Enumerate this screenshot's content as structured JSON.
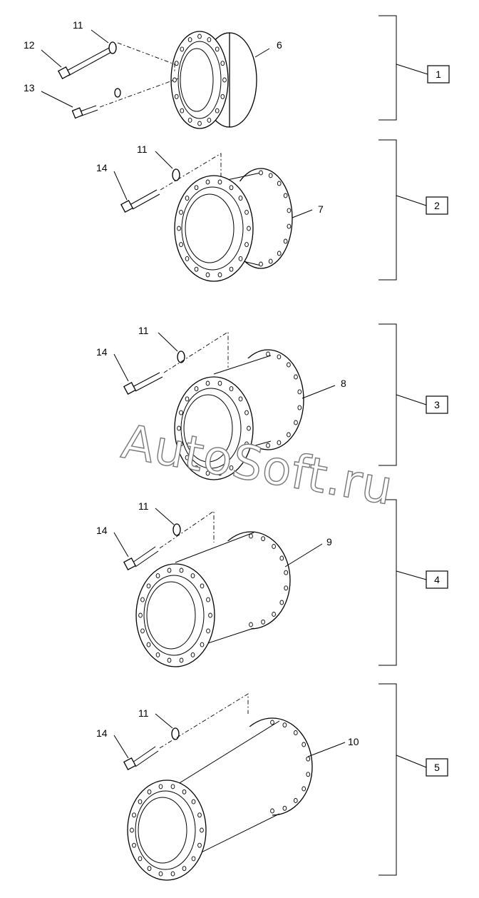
{
  "watermark": "AutoSoft.ru",
  "groups": [
    {
      "box": "1",
      "part": "6",
      "washer": "11",
      "bolts": [
        "12",
        "13"
      ]
    },
    {
      "box": "2",
      "part": "7",
      "washer": "11",
      "bolts": [
        "14"
      ]
    },
    {
      "box": "3",
      "part": "8",
      "washer": "11",
      "bolts": [
        "14"
      ]
    },
    {
      "box": "4",
      "part": "9",
      "washer": "11",
      "bolts": [
        "14"
      ]
    },
    {
      "box": "5",
      "part": "10",
      "washer": "11",
      "bolts": [
        "14"
      ]
    }
  ]
}
